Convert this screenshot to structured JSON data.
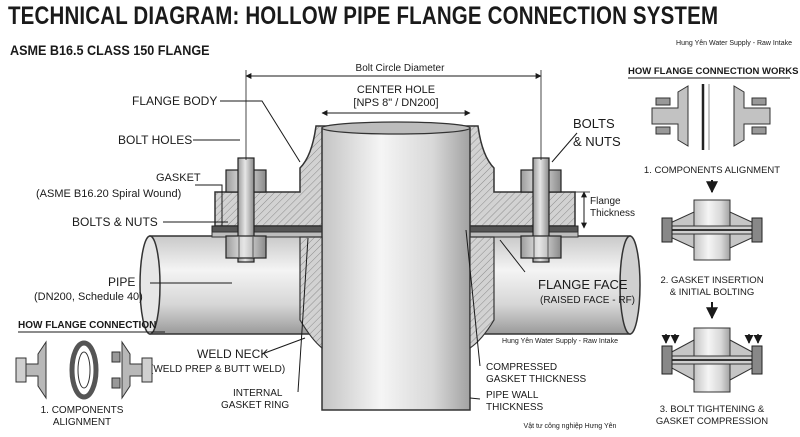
{
  "header": {
    "title": "TECHNICAL DIAGRAM: HOLLOW PIPE FLANGE CONNECTION SYSTEM",
    "subtitle": "ASME B16.5 CLASS 150 FLANGE",
    "credit": "Hung Yên Water Supply - Raw Intake"
  },
  "labels": {
    "bolt_circle": "Bolt Circle Diameter",
    "center_hole_1": "CENTER HOLE",
    "center_hole_2": "[NPS 8\" / DN200]",
    "flange_body": "FLANGE BODY",
    "bolt_holes": "BOLT HOLES",
    "gasket_1": "GASKET",
    "gasket_2": "(ASME B16.20 Spiral Wound)",
    "bolts_nuts_left": "BOLTS & NUTS",
    "bolts_right_1": "BOLTS",
    "bolts_right_2": "& NUTS",
    "flange_thickness_1": "Flange",
    "flange_thickness_2": "Thickness",
    "pipe_1": "PIPE",
    "pipe_2": "(DN200, Schedule 40)",
    "flange_face_1": "FLANGE FACE",
    "flange_face_2": "(RAISED FACE - RF)",
    "weld_neck_1": "WELD NECK",
    "weld_neck_2": "(WELD PREP & BUTT WELD)",
    "internal_ring_1": "INTERNAL",
    "internal_ring_2": "GASKET RING",
    "compressed_1": "COMPRESSED",
    "compressed_2": "GASKET THICKNESS",
    "pipe_wall_1": "PIPE WALL",
    "pipe_wall_2": "THICKNESS",
    "credit_mid": "Hung Yên Water Supply - Raw Intake",
    "credit_bottom": "Vật tư công nghiệp Hưng Yên"
  },
  "left_inset": {
    "title": "HOW FLANGE CONNECTION",
    "step1_1": "1. COMPONENTS",
    "step1_2": "ALIGNMENT"
  },
  "right_panel": {
    "title": "HOW FLANGE CONNECTION WORKS",
    "step1": "1. COMPONENTS ALIGNMENT",
    "step2_1": "2. GASKET INSERTION",
    "step2_2": "& INITIAL BOLTING",
    "step3_1": "3. BOLT TIGHTENING &",
    "step3_2": "GASKET COMPRESSION"
  }
}
